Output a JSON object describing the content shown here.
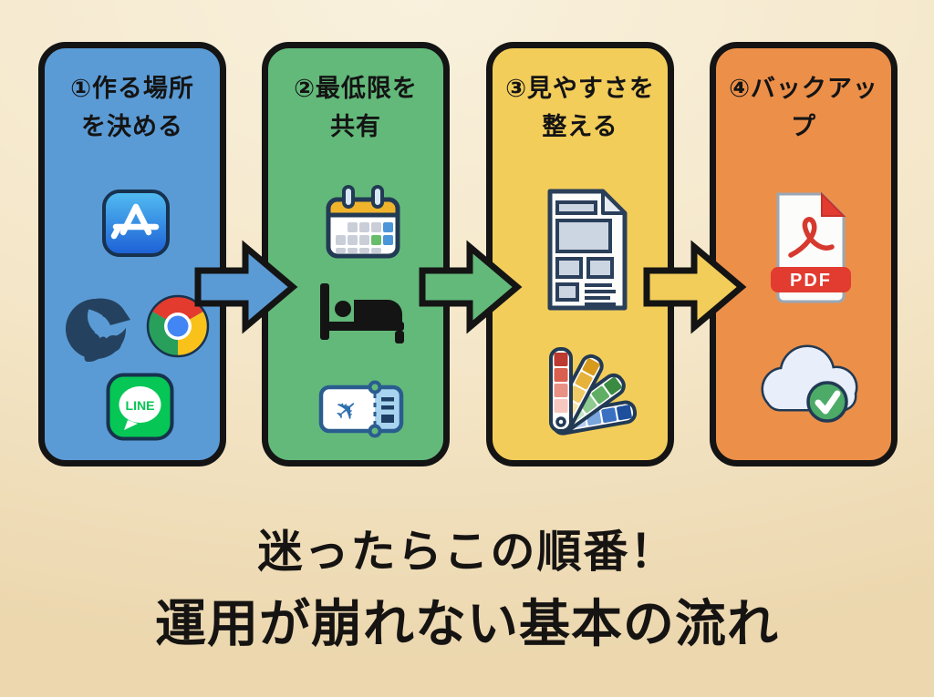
{
  "steps": [
    {
      "title_line1": "①作る場所",
      "title_line2": "を決める",
      "card_color": "#5b9bd5",
      "icons": [
        "app-store-icon",
        "bird-mascot-icon",
        "chrome-icon",
        "line-icon"
      ]
    },
    {
      "title_line1": "②最低限を",
      "title_line2": "共有",
      "card_color": "#63b97a",
      "icons": [
        "calendar-icon",
        "hotel-bed-icon",
        "flight-ticket-icon"
      ]
    },
    {
      "title_line1": "③見やすさを",
      "title_line2": "整える",
      "card_color": "#f2cd5a",
      "icons": [
        "document-layout-icon",
        "color-swatch-fan-icon"
      ]
    },
    {
      "title_line1": "④バックアッ",
      "title_line2": "プ",
      "card_color": "#ec8f49",
      "icons": [
        "pdf-file-icon",
        "cloud-backup-check-icon"
      ]
    }
  ],
  "caption": {
    "line1": "迷ったらこの順番！",
    "line2": "運用が崩れない基本の流れ"
  },
  "labels": {
    "line_logo": "LINE",
    "pdf": "PDF",
    "plane_glyph": "✈"
  },
  "palette": {
    "background_top": "#f9f1dd",
    "background_bottom": "#ecd7ae",
    "card_border": "#141414",
    "text_black": "#161412",
    "navy_outline": "#223a54",
    "chrome_red": "#e33b2e",
    "chrome_yellow": "#f8c21b",
    "chrome_green": "#28a05c",
    "chrome_blue": "#4285f4",
    "line_green": "#06c755",
    "calendar_gold": "#f0b42c",
    "pdf_red": "#e23b30",
    "check_green": "#4cab67",
    "ticket_blue": "#2f6fae",
    "ticket_stub_blue": "#a9d4f0",
    "bird_navy": "#24425f",
    "bed_black": "#141414",
    "swatch_red": "#bc3a2f",
    "swatch_gold": "#d79a1c",
    "swatch_green": "#3b8a42",
    "swatch_blue": "#1d4f9c"
  }
}
